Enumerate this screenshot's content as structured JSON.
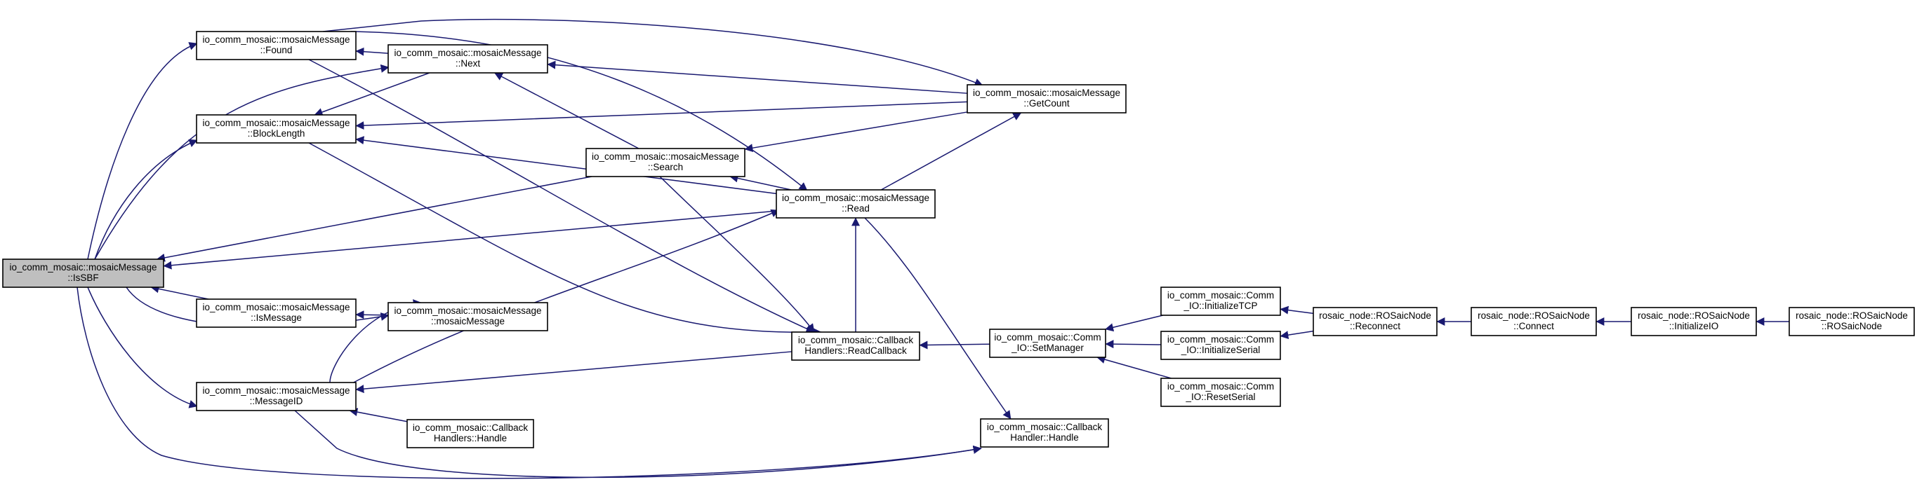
{
  "colors": {
    "edge": "#191970",
    "root_fill": "#bfbfbf",
    "node_fill": "#ffffff",
    "border": "#000000"
  },
  "nodes": [
    {
      "id": "issbf",
      "lines": [
        "io_comm_mosaic::mosaicMessage",
        "::IsSBF"
      ],
      "root": true
    },
    {
      "id": "found",
      "lines": [
        "io_comm_mosaic::mosaicMessage",
        "::Found"
      ]
    },
    {
      "id": "next",
      "lines": [
        "io_comm_mosaic::mosaicMessage",
        "::Next"
      ]
    },
    {
      "id": "getcount",
      "lines": [
        "io_comm_mosaic::mosaicMessage",
        "::GetCount"
      ]
    },
    {
      "id": "blocklength",
      "lines": [
        "io_comm_mosaic::mosaicMessage",
        "::BlockLength"
      ]
    },
    {
      "id": "search",
      "lines": [
        "io_comm_mosaic::mosaicMessage",
        "::Search"
      ]
    },
    {
      "id": "read",
      "lines": [
        "io_comm_mosaic::mosaicMessage",
        "::Read"
      ]
    },
    {
      "id": "ismessage",
      "lines": [
        "io_comm_mosaic::mosaicMessage",
        "::IsMessage"
      ]
    },
    {
      "id": "ctor",
      "lines": [
        "io_comm_mosaic::mosaicMessage",
        "::mosaicMessage"
      ]
    },
    {
      "id": "messageid",
      "lines": [
        "io_comm_mosaic::mosaicMessage",
        "::MessageID"
      ]
    },
    {
      "id": "cbhandle",
      "lines": [
        "io_comm_mosaic::Callback",
        "Handlers::Handle"
      ]
    },
    {
      "id": "readcb",
      "lines": [
        "io_comm_mosaic::Callback",
        "Handlers::ReadCallback"
      ]
    },
    {
      "id": "cbhandle2",
      "lines": [
        "io_comm_mosaic::Callback",
        "Handler::Handle"
      ]
    },
    {
      "id": "setmgr",
      "lines": [
        "io_comm_mosaic::Comm",
        "_IO::SetManager"
      ]
    },
    {
      "id": "inittcp",
      "lines": [
        "io_comm_mosaic::Comm",
        "_IO::InitializeTCP"
      ]
    },
    {
      "id": "initserial",
      "lines": [
        "io_comm_mosaic::Comm",
        "_IO::InitializeSerial"
      ]
    },
    {
      "id": "resetserial",
      "lines": [
        "io_comm_mosaic::Comm",
        "_IO::ResetSerial"
      ]
    },
    {
      "id": "reconnect",
      "lines": [
        "rosaic_node::ROSaicNode",
        "::Reconnect"
      ]
    },
    {
      "id": "connect",
      "lines": [
        "rosaic_node::ROSaicNode",
        "::Connect"
      ]
    },
    {
      "id": "initio",
      "lines": [
        "rosaic_node::ROSaicNode",
        "::InitializeIO"
      ]
    },
    {
      "id": "rosaicnode",
      "lines": [
        "rosaic_node::ROSaicNode",
        "::ROSaicNode"
      ]
    }
  ],
  "edges": [
    {
      "from": "found",
      "to": "issbf"
    },
    {
      "from": "next",
      "to": "issbf"
    },
    {
      "from": "blocklength",
      "to": "issbf"
    },
    {
      "from": "search",
      "to": "issbf"
    },
    {
      "from": "read",
      "to": "issbf"
    },
    {
      "from": "ismessage",
      "to": "issbf"
    },
    {
      "from": "ctor",
      "to": "issbf"
    },
    {
      "from": "messageid",
      "to": "issbf"
    },
    {
      "from": "cbhandle2",
      "to": "issbf"
    },
    {
      "from": "next",
      "to": "found"
    },
    {
      "from": "getcount",
      "to": "found"
    },
    {
      "from": "read",
      "to": "found"
    },
    {
      "from": "readcb",
      "to": "found"
    },
    {
      "from": "getcount",
      "to": "next"
    },
    {
      "from": "search",
      "to": "next"
    },
    {
      "from": "read",
      "to": "getcount"
    },
    {
      "from": "next",
      "to": "blocklength"
    },
    {
      "from": "getcount",
      "to": "blocklength"
    },
    {
      "from": "read",
      "to": "blocklength"
    },
    {
      "from": "readcb",
      "to": "blocklength"
    },
    {
      "from": "getcount",
      "to": "search"
    },
    {
      "from": "read",
      "to": "search"
    },
    {
      "from": "readcb",
      "to": "search"
    },
    {
      "from": "readcb",
      "to": "read"
    },
    {
      "from": "cbhandle2",
      "to": "read"
    },
    {
      "from": "ctor",
      "to": "ismessage"
    },
    {
      "from": "ctor",
      "to": "messageid"
    },
    {
      "from": "read",
      "to": "messageid"
    },
    {
      "from": "readcb",
      "to": "messageid"
    },
    {
      "from": "cbhandle",
      "to": "messageid"
    },
    {
      "from": "cbhandle2",
      "to": "messageid"
    },
    {
      "from": "setmgr",
      "to": "readcb"
    },
    {
      "from": "inittcp",
      "to": "setmgr"
    },
    {
      "from": "initserial",
      "to": "setmgr"
    },
    {
      "from": "resetserial",
      "to": "setmgr"
    },
    {
      "from": "reconnect",
      "to": "inittcp"
    },
    {
      "from": "reconnect",
      "to": "initserial"
    },
    {
      "from": "connect",
      "to": "reconnect"
    },
    {
      "from": "initio",
      "to": "connect"
    },
    {
      "from": "rosaicnode",
      "to": "initio"
    }
  ]
}
